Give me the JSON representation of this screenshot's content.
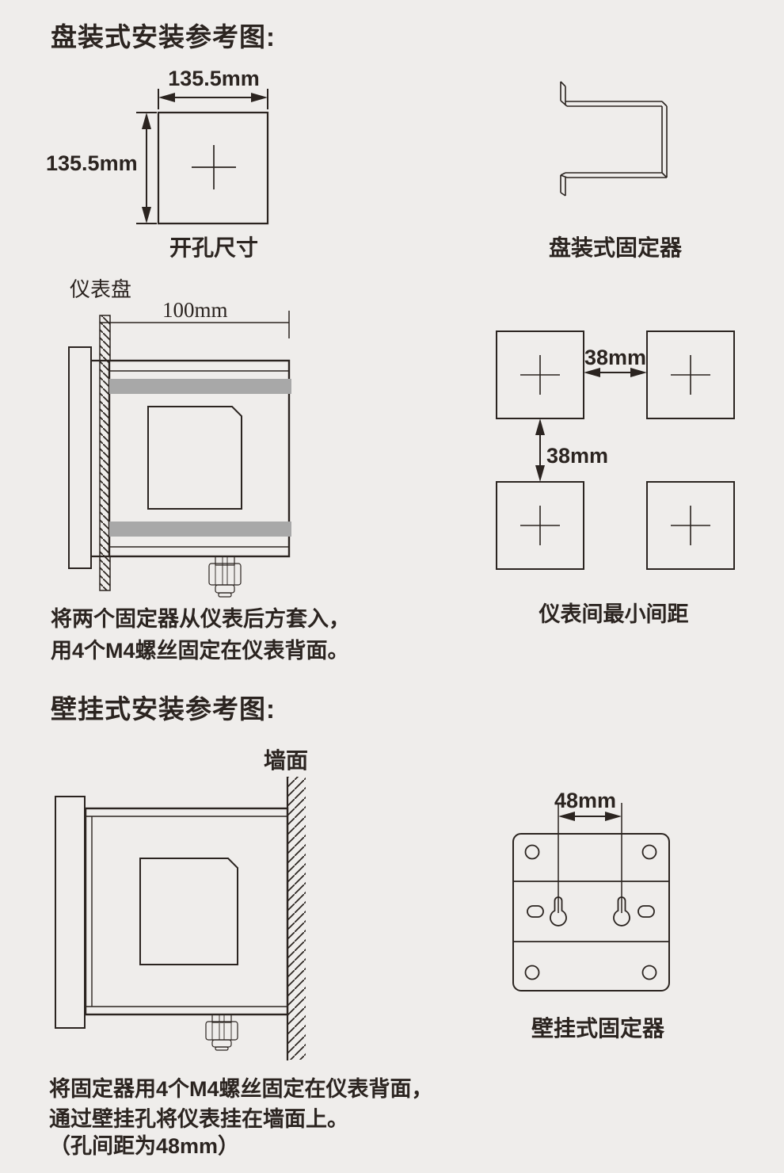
{
  "colors": {
    "background": "#efedeb",
    "line": "#2b2420",
    "band": "#a8a8a8"
  },
  "panel_section": {
    "title": "盘装式安装参考图:",
    "cutout": {
      "width_label": "135.5mm",
      "height_label": "135.5mm",
      "caption": "开孔尺寸"
    },
    "fixer_caption": "盘装式固定器",
    "side_view": {
      "panel_label": "仪表盘",
      "depth_label": "100mm"
    },
    "spacing": {
      "horizontal_label": "38mm",
      "vertical_label": "38mm",
      "caption": "仪表间最小间距"
    },
    "instructions": [
      "将两个固定器从仪表后方套入，",
      "用4个M4螺丝固定在仪表背面。"
    ]
  },
  "wall_section": {
    "title": "壁挂式安装参考图:",
    "side_view": {
      "wall_label": "墙面"
    },
    "fixer": {
      "spacing_label": "48mm",
      "caption": "壁挂式固定器"
    },
    "instructions": [
      "将固定器用4个M4螺丝固定在仪表背面，",
      "通过壁挂孔将仪表挂在墙面上。",
      "（孔间距为48mm）"
    ]
  }
}
